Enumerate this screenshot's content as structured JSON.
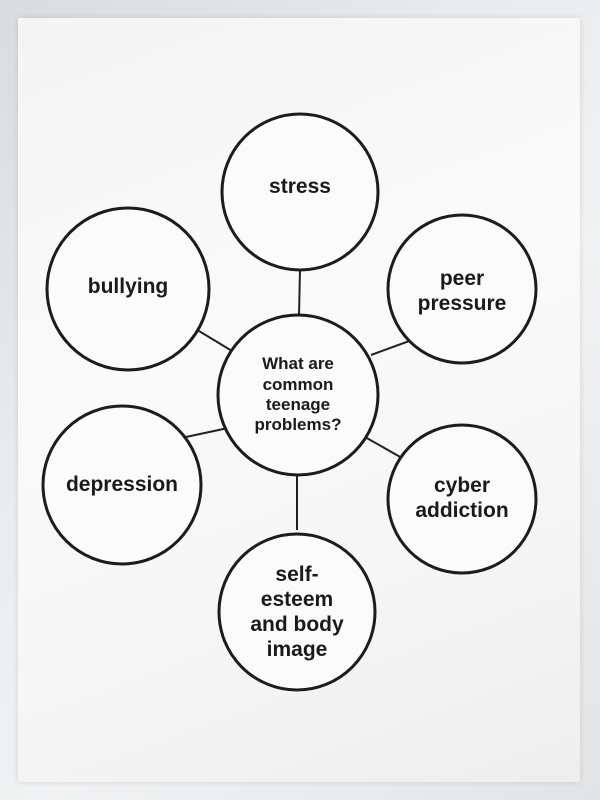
{
  "diagram": {
    "center": {
      "label": "What are\ncommon\nteenage\nproblems?"
    },
    "nodes": [
      {
        "id": "stress",
        "label": "stress"
      },
      {
        "id": "peer-pressure",
        "label": "peer\npressure"
      },
      {
        "id": "cyber-addiction",
        "label": "cyber\naddiction"
      },
      {
        "id": "self-esteem",
        "label": "self-\nesteem\nand body\nimage"
      },
      {
        "id": "depression",
        "label": "depression"
      },
      {
        "id": "bullying",
        "label": "bullying"
      }
    ]
  }
}
